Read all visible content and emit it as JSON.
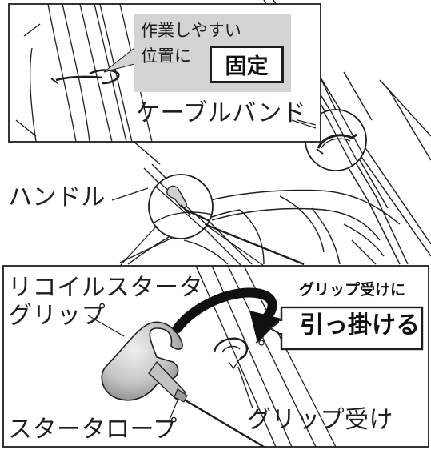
{
  "top_note": {
    "line1": "作業しやすい",
    "line2": "位置に",
    "stamp": "固定"
  },
  "labels": {
    "cable_band": "ケーブルバンド",
    "handle": "ハンドル",
    "recoil_starter_line1": "リコイルスタータ",
    "recoil_starter_line2": "グリップ",
    "starter_rope": "スタータロープ",
    "grip_holder": "グリップ受け"
  },
  "callout": {
    "small": "グリップ受けに",
    "big": "引っ掛ける"
  },
  "colors": {
    "line": "#1e1e1e",
    "note_bg": "#d4d4d4",
    "grip_fill": "#c9c9c9",
    "arrow": "#111111"
  }
}
